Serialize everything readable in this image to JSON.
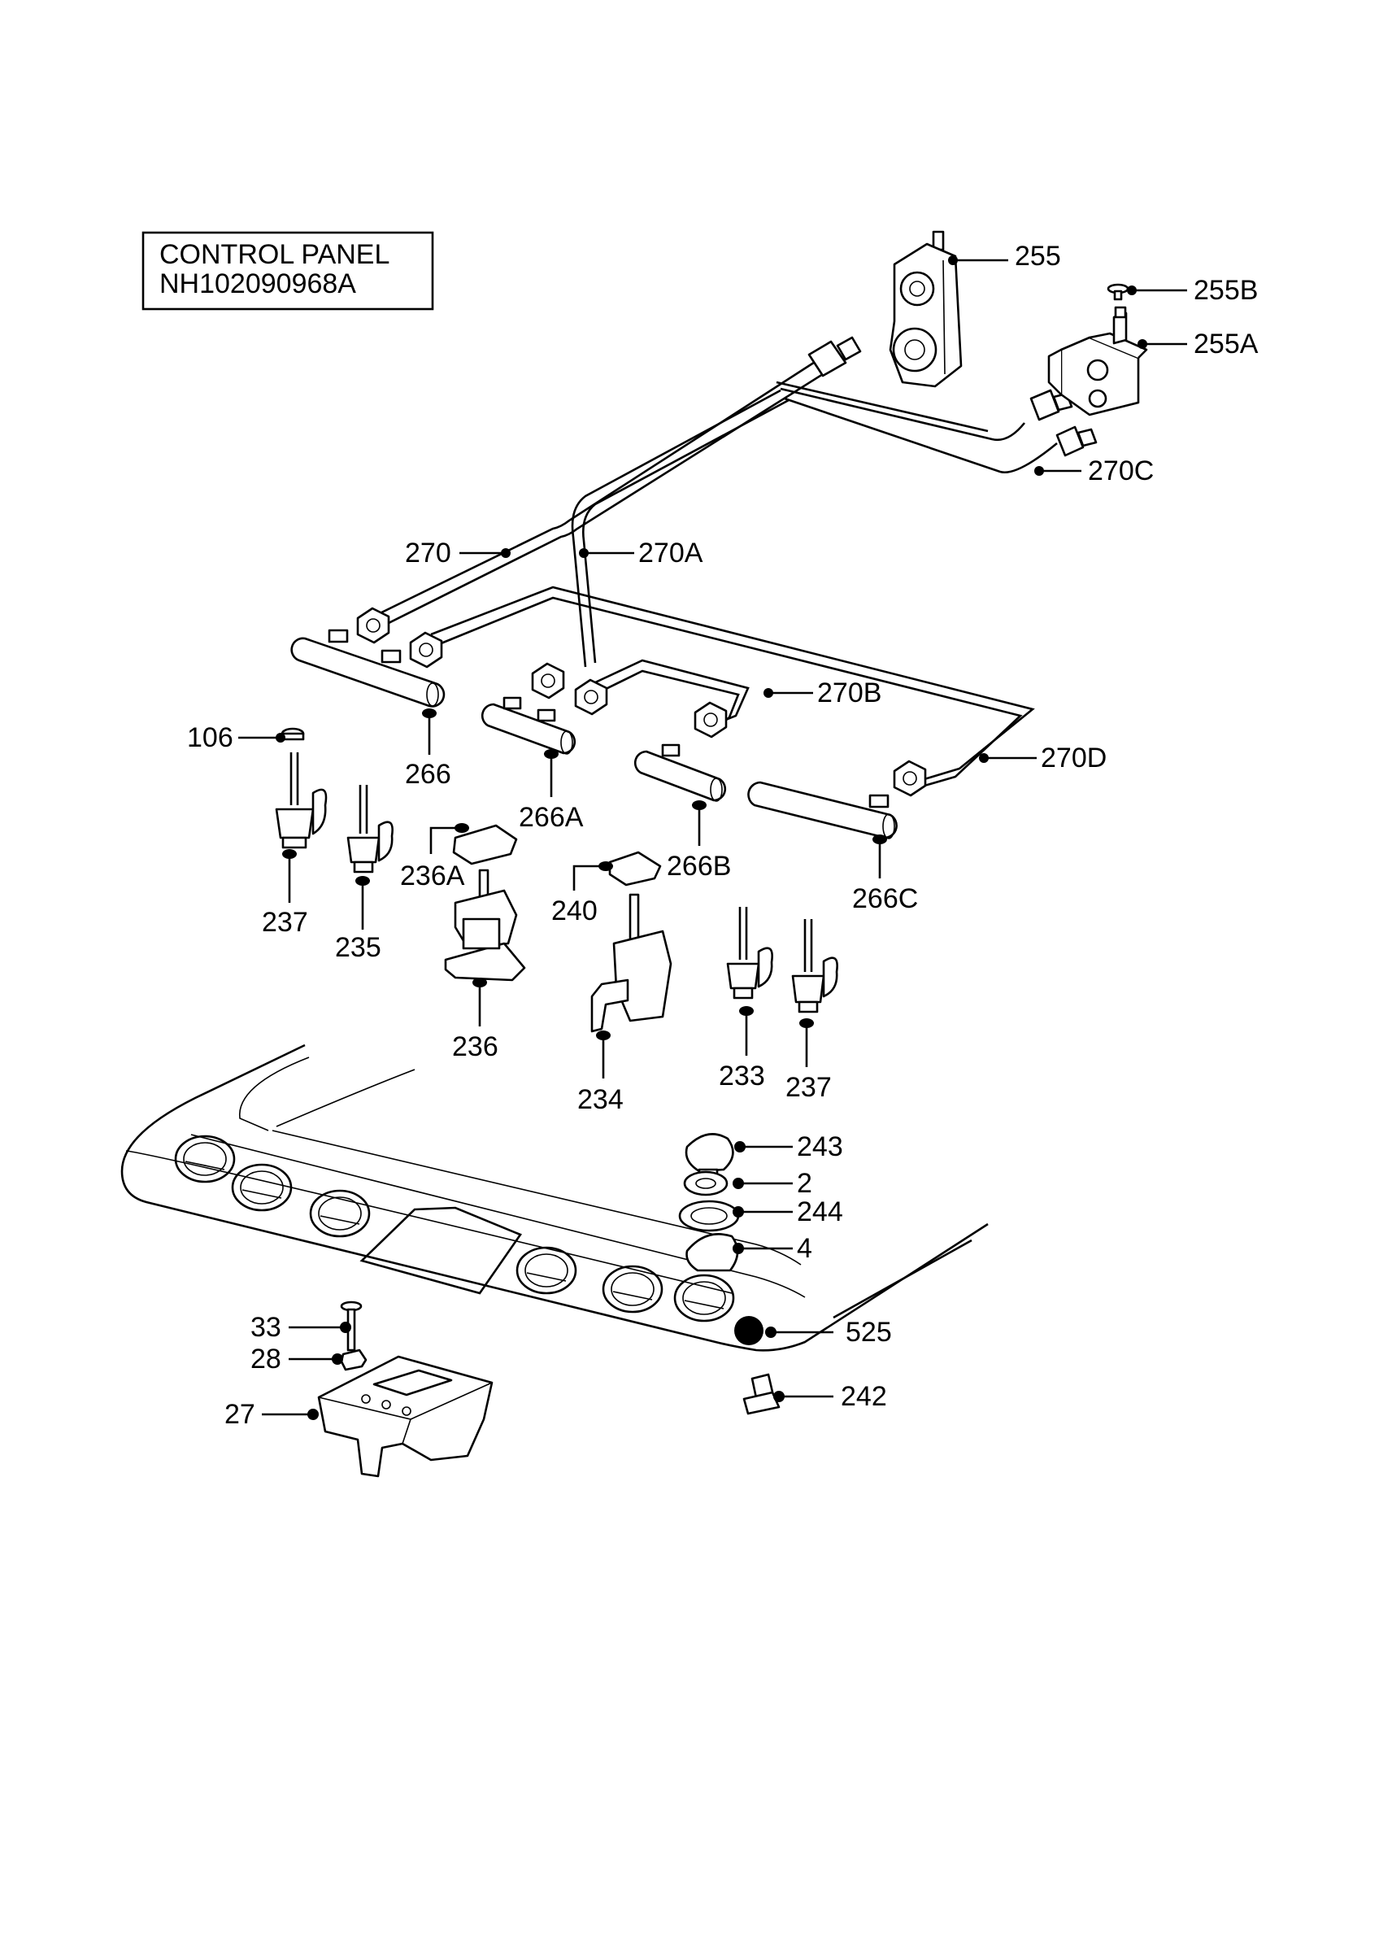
{
  "title": {
    "line1": "CONTROL PANEL",
    "line2": "NH102090968A"
  },
  "labels": {
    "p255": "255",
    "p255B": "255B",
    "p255A": "255A",
    "p270C": "270C",
    "p270": "270",
    "p270A": "270A",
    "p270B": "270B",
    "p270D": "270D",
    "p266": "266",
    "p266A": "266A",
    "p266B": "266B",
    "p266C": "266C",
    "p106": "106",
    "p237a": "237",
    "p235": "235",
    "p236A": "236A",
    "p236": "236",
    "p240": "240",
    "p234": "234",
    "p233": "233",
    "p237b": "237",
    "p243": "243",
    "p2": "2",
    "p244": "244",
    "p4": "4",
    "p525": "525",
    "p242": "242",
    "p33": "33",
    "p28": "28",
    "p27": "27"
  }
}
